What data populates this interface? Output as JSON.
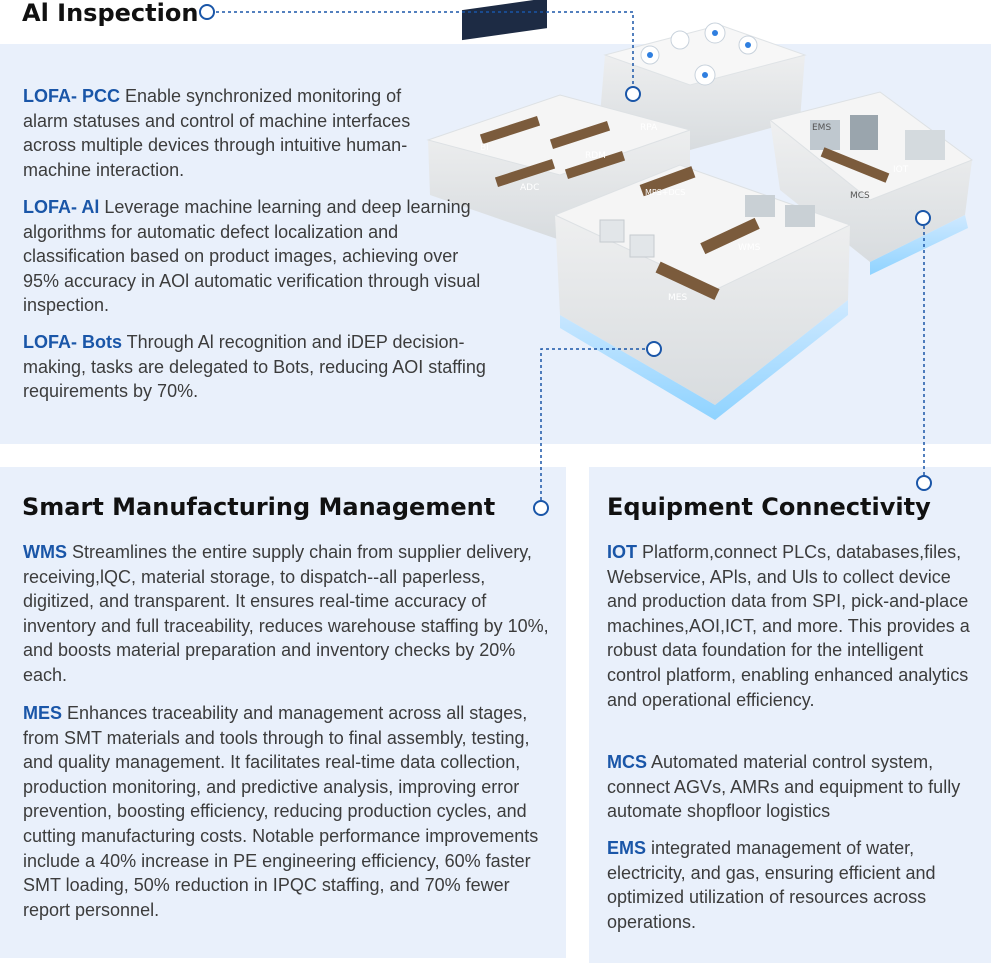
{
  "ai_inspection": {
    "title": "Al Inspection",
    "items": [
      {
        "keyword": "LOFA- PCC",
        "text": " Enable synchronized monitoring of alarm statuses and control of machine interfaces across multiple devices through intuitive human-machine interaction."
      },
      {
        "keyword": "LOFA- Al",
        "text": " Leverage machine learning and deep learning algorithms for automatic defect localization and classification based on product images, achieving over 95% accuracy in AOl automatic verification through visual inspection."
      },
      {
        "keyword": "LOFA- Bots",
        "text": " Through Al recognition and iDEP decision-making, tasks are delegated to Bots, reducing AOI staffing requirements by 70%."
      }
    ]
  },
  "smart_manufacturing": {
    "title": "Smart Manufacturing Management",
    "items": [
      {
        "keyword": "WMS",
        "text": " Streamlines the entire supply chain from supplier delivery, receiving,lQC, material storage, to dispatch--all paperless, digitized, and transparent. It ensures real-time accuracy of inventory and full traceability, reduces warehouse staffing by 10%, and boosts material preparation and inventory checks by 20% each."
      },
      {
        "keyword": "MES",
        "text": " Enhances traceability and management across all stages, from SMT materials and tools through to final assembly, testing, and quality management. It facilitates real-time data collection, production monitoring, and predictive analysis, improving error prevention, boosting efficiency, reducing production cycles, and cutting manufacturing costs. Notable performance improvements include a 40% increase in PE engineering efficiency, 60% faster SMT loading, 50% reduction in IPQC staffing, and 70% fewer report personnel."
      }
    ]
  },
  "equipment_connectivity": {
    "title": "Equipment Connectivity",
    "items": [
      {
        "keyword": "IOT",
        "text": " Platform,connect PLCs, databases,files, Webservice, APls, and Uls to collect device and production data from SPI, pick-and-place machines,AOI,ICT, and more. This provides a robust data foundation for the intelligent control platform, enabling enhanced analytics and operational efficiency."
      },
      {
        "keyword": "MCS",
        "text": " Automated material control system, connect AGVs, AMRs and equipment to fully automate shopfloor logistics"
      },
      {
        "keyword": "EMS",
        "text": " integrated management of water, electricity, and gas, ensuring efficient and optimized utilization of resources across operations."
      }
    ]
  },
  "factory_labels": {
    "bi": "BI",
    "rdm": "RDM",
    "rpa": "RPA",
    "adc": "ADC",
    "mps_dcs": "MPS+DCS",
    "wms": "WMS",
    "mes": "MES",
    "ems": "EMS",
    "iot": "IOT",
    "mcs": "MCS"
  },
  "colors": {
    "keyword": "#1a56a8",
    "panel": "#e9f0fb",
    "connector": "#1a56a8"
  }
}
